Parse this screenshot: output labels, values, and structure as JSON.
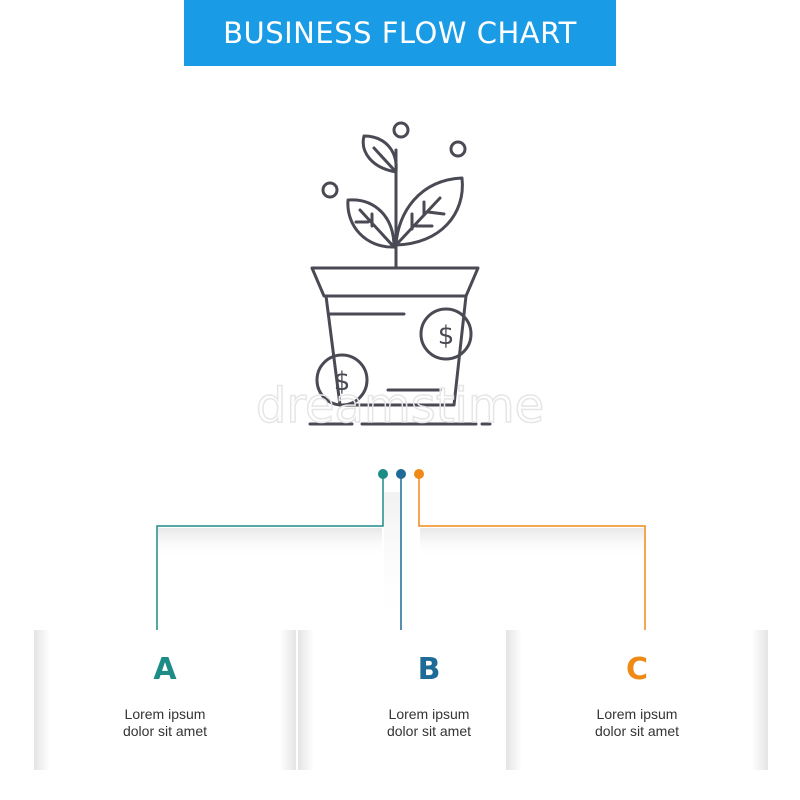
{
  "title": "BUSINESS FLOW CHART",
  "colors": {
    "banner": "#1a9be6",
    "line_art": "#4a4a55",
    "step_a": "#1e8c86",
    "step_b": "#1d6b96",
    "step_c": "#f08a16"
  },
  "illustration": {
    "icon": "money-plant-pot-icon",
    "watermark": "dreamstime"
  },
  "steps": [
    {
      "letter": "A",
      "line1": "Lorem ipsum",
      "line2": "dolor sit amet"
    },
    {
      "letter": "B",
      "line1": "Lorem ipsum",
      "line2": "dolor sit amet"
    },
    {
      "letter": "C",
      "line1": "Lorem ipsum",
      "line2": "dolor sit amet"
    }
  ]
}
